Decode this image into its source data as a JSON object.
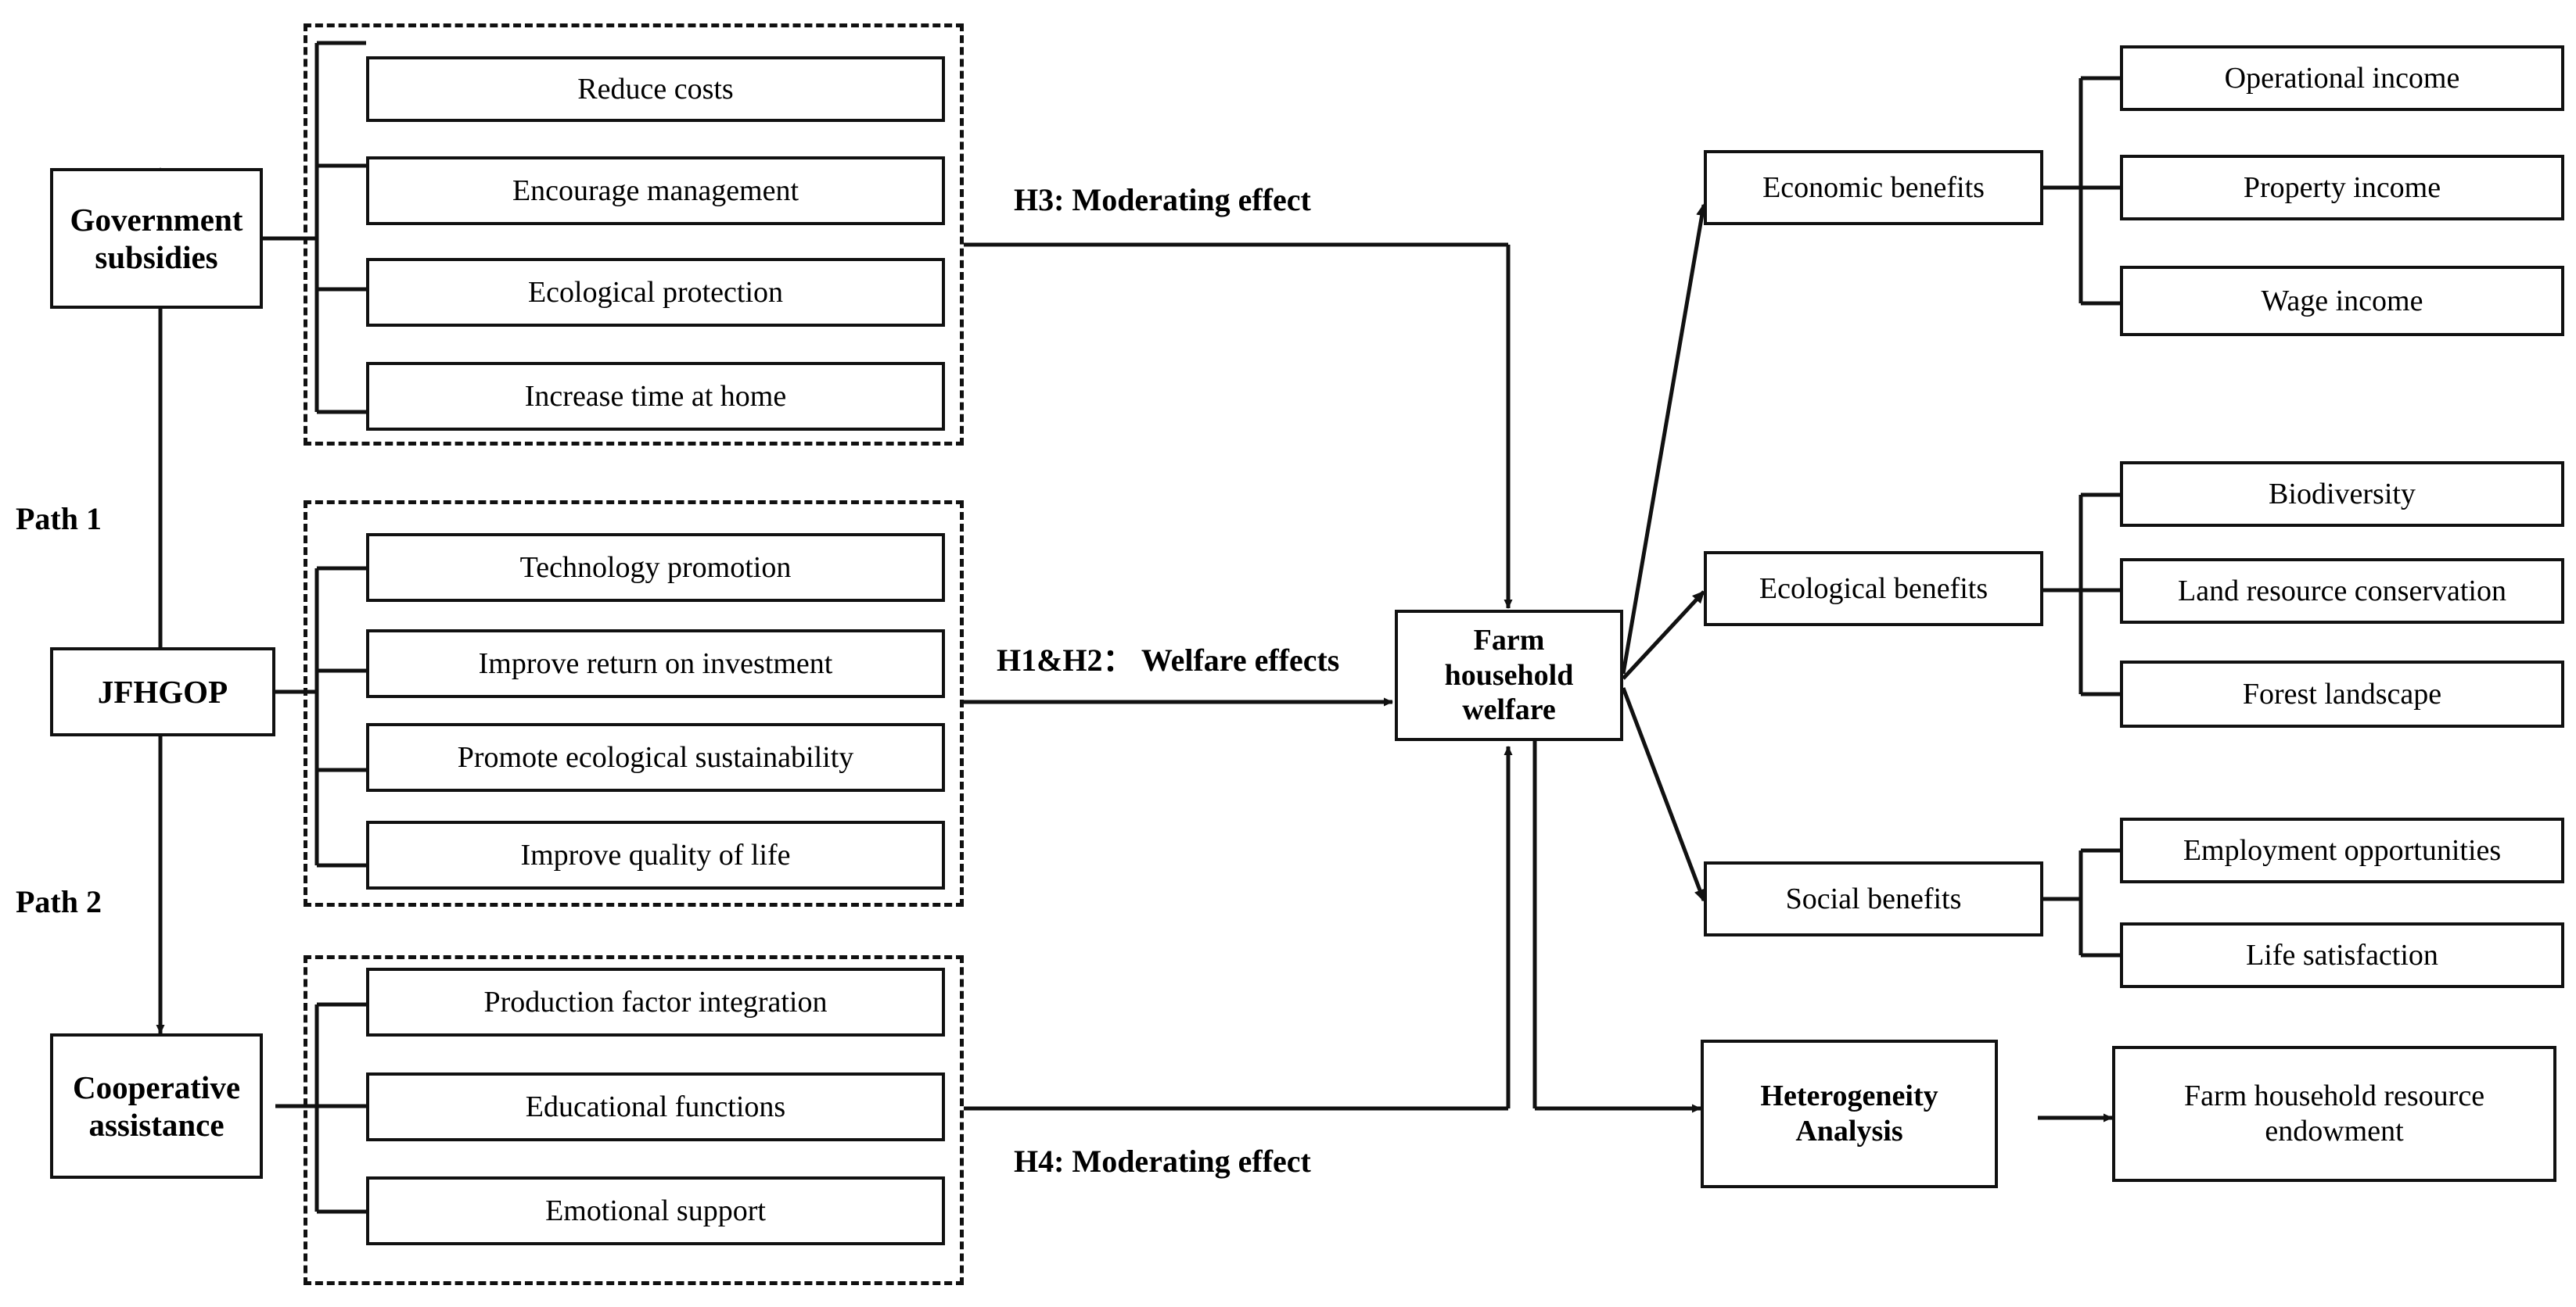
{
  "diagram": {
    "title": "JFHGOP farm household welfare conceptual framework",
    "colors": {
      "stroke": "#111111",
      "fill": "#ffffff",
      "text": "#000000"
    },
    "path_labels": [
      {
        "id": "path1",
        "text": "Path 1"
      },
      {
        "id": "path2",
        "text": "Path 2"
      }
    ],
    "hypothesis_labels": [
      {
        "id": "h3",
        "text": "H3: Moderating effect"
      },
      {
        "id": "h1h2",
        "text": "H1&H2：  Welfare effects"
      },
      {
        "id": "h4",
        "text": "H4: Moderating effect"
      }
    ],
    "drivers": [
      {
        "id": "government-subsidies",
        "text": "Government\nsubsidies"
      },
      {
        "id": "jfhgop",
        "text": "JFHGOP"
      },
      {
        "id": "cooperative-assistance",
        "text": "Cooperative\nassistance"
      }
    ],
    "groups": [
      {
        "id": "government-subsidies-mechanisms",
        "items": [
          "Reduce costs",
          "Encourage management",
          "Ecological protection",
          "Increase time at home"
        ]
      },
      {
        "id": "jfhgop-mechanisms",
        "items": [
          "Technology promotion",
          "Improve return on investment",
          "Promote ecological sustainability",
          "Improve quality of life"
        ]
      },
      {
        "id": "cooperative-assistance-mechanisms",
        "items": [
          "Production factor integration",
          "Educational functions",
          "Emotional support"
        ]
      }
    ],
    "core": {
      "id": "farm-household-welfare",
      "text": "Farm\nhousehold\nwelfare"
    },
    "outcomes": [
      {
        "id": "economic-benefits",
        "label": "Economic benefits",
        "items": [
          "Operational income",
          "Property income",
          "Wage income"
        ]
      },
      {
        "id": "ecological-benefits",
        "label": "Ecological benefits",
        "items": [
          "Biodiversity",
          "Land resource conservation",
          "Forest landscape"
        ]
      },
      {
        "id": "social-benefits",
        "label": "Social benefits",
        "items": [
          "Employment opportunities",
          "Life  satisfaction"
        ]
      }
    ],
    "heterogeneity": {
      "id": "heterogeneity-analysis",
      "label": "Heterogeneity\nAnalysis",
      "target": "Farm household resource\nendowment"
    }
  }
}
